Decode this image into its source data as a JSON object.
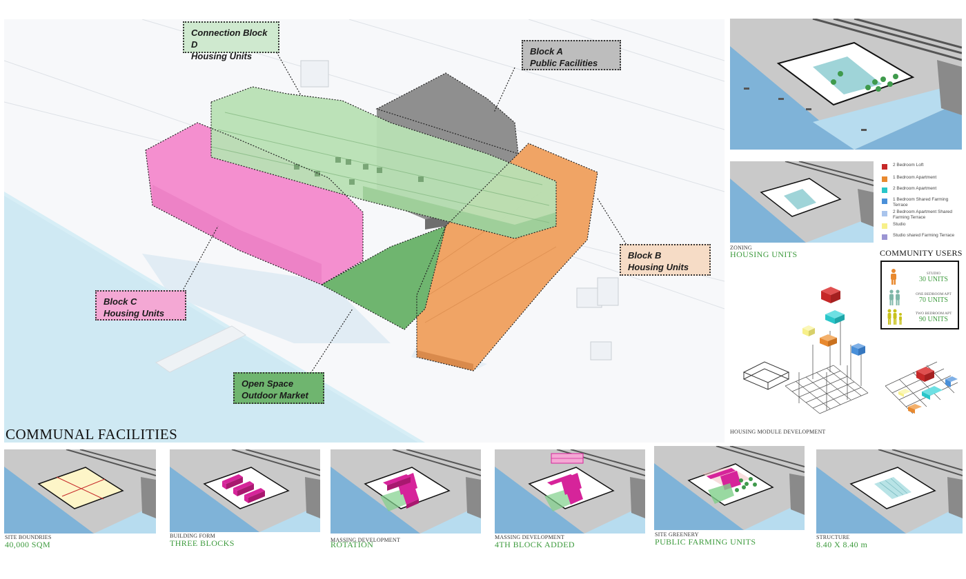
{
  "main": {
    "title": "COMMUNAL FACILITIES",
    "labels": {
      "block_d": {
        "line1": "Connection Block D",
        "line2": "Housing Units",
        "color": "#cfe9cf"
      },
      "block_a": {
        "line1": "Block A",
        "line2": "Public Facilities",
        "color": "#bdbdbd"
      },
      "block_b": {
        "line1": "Block B",
        "line2": "Housing Units",
        "color": "#f6dcc6"
      },
      "block_c": {
        "line1": "Block C",
        "line2": "Housing Units",
        "color": "#f4a8d4"
      },
      "open_space": {
        "line1": "Open Space",
        "line2": "Outdoor Market",
        "color": "#6fb56f"
      }
    }
  },
  "zoning": {
    "small": "ZONING",
    "title": "HOUSING UNITS"
  },
  "legend": [
    {
      "label": "2 Bedroom Loft",
      "color": "#c62828"
    },
    {
      "label": "1 Bedroom Apartment",
      "color": "#e8892f"
    },
    {
      "label": "2 Bedroom Apartment",
      "color": "#29c6c9"
    },
    {
      "label": "1 Bedroom Shared Farming Terrace",
      "color": "#4a90d9"
    },
    {
      "label": "2 Bedroom Apartment Shared Farming Terrace",
      "color": "#a9c4ec"
    },
    {
      "label": "Studio",
      "color": "#f7f08a"
    },
    {
      "label": "Studio shared Farming Terrace",
      "color": "#9b95d3"
    }
  ],
  "community": {
    "title": "COMMUNITY USERS",
    "items": [
      {
        "type": "STUDIO",
        "units": "30 UNITS",
        "color": "#e8892f"
      },
      {
        "type": "ONE BEDROOM APT",
        "units": "70 UNITS",
        "color": "#7fb7a8"
      },
      {
        "type": "TWO BEDROOM APT",
        "units": "90 UNITS",
        "color": "#c8c21c"
      }
    ]
  },
  "module": {
    "caption": "HOUSING MODULE DEVELOPMENT"
  },
  "steps": [
    {
      "small": "SITE BOUNDRIES",
      "title": "40,000 SQM"
    },
    {
      "small": "BUILDING FORM",
      "title": "THREE BLOCKS"
    },
    {
      "small": "MASSING DEVELOPMENT",
      "title": "ROTATION"
    },
    {
      "small": "MASSING DEVELOPMENT",
      "title": "4TH BLOCK ADDED"
    },
    {
      "small": "SITE GREENERY",
      "title": "PUBLIC FARMING UNITS"
    },
    {
      "small": "STRUCTURE",
      "title": "8.40 X 8.40 m"
    }
  ],
  "colors": {
    "water": "#7fb3d8",
    "block_green": "#b8e0b4",
    "block_pink": "#f48fcf",
    "block_orange": "#f0a465",
    "block_grey": "#8f8f8f",
    "magenta": "#d6249a"
  }
}
